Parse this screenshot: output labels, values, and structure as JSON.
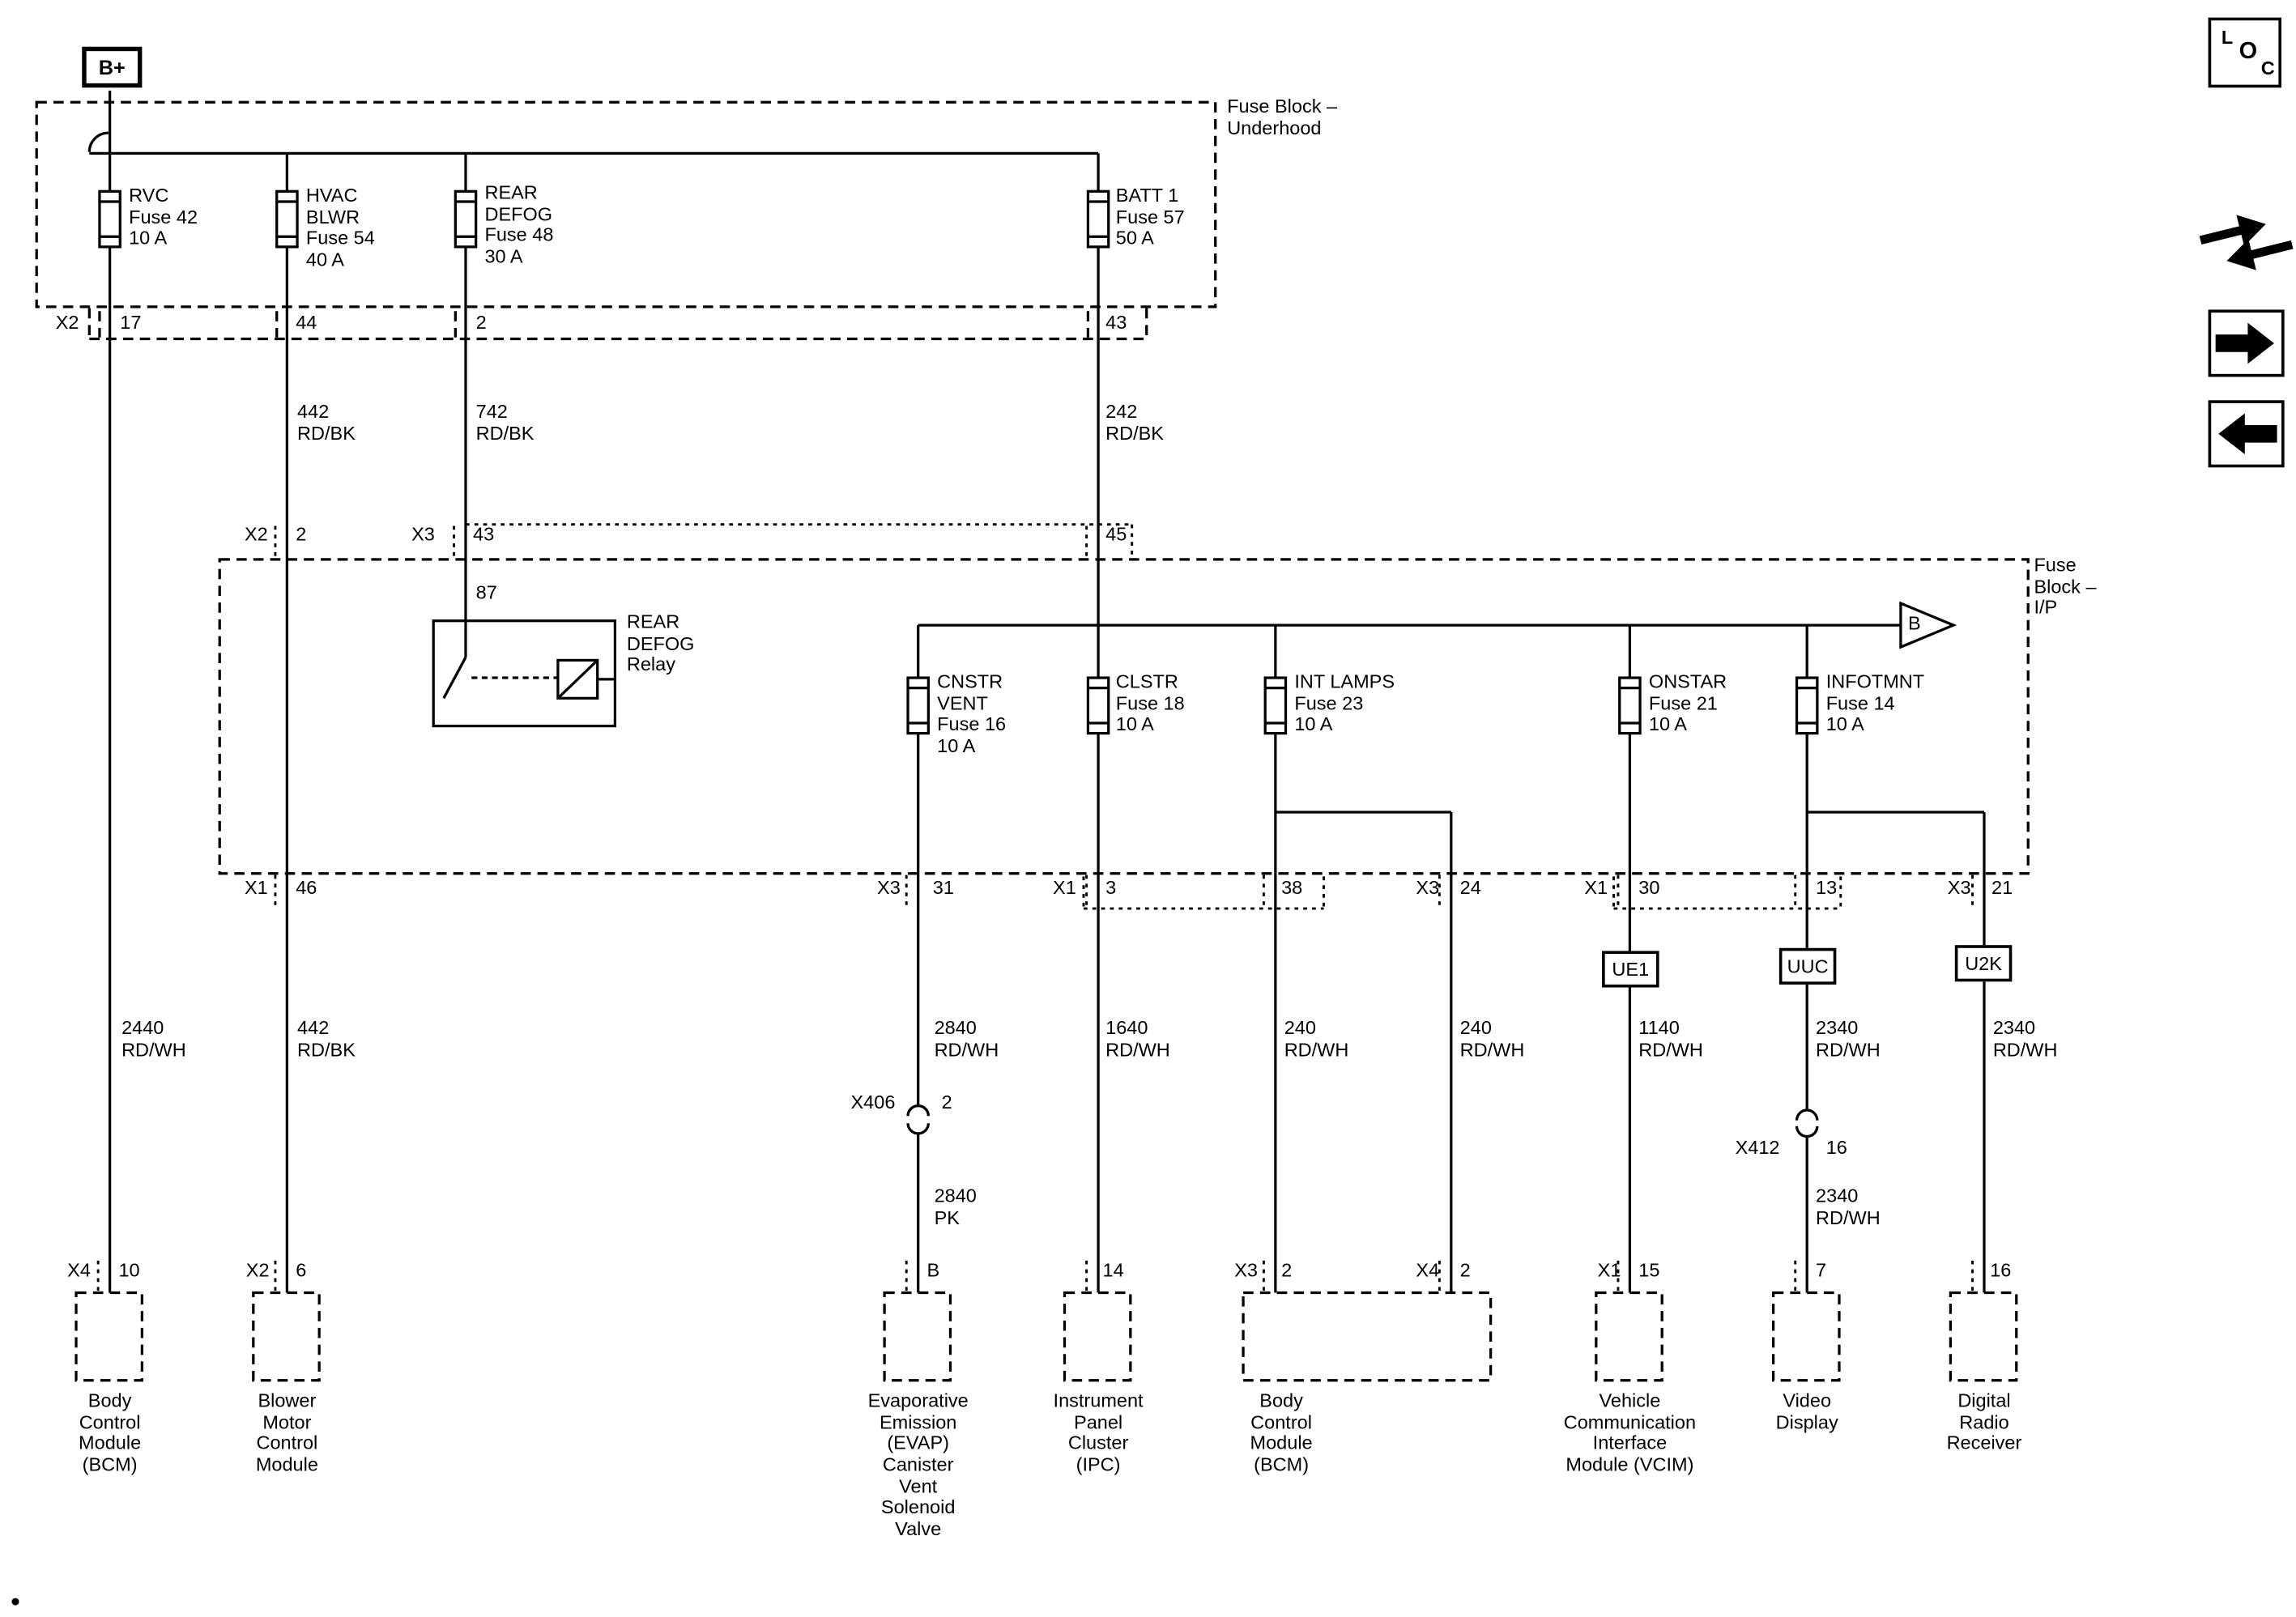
{
  "colors": {
    "ink": "#000000",
    "paper": "#ffffff"
  },
  "power": {
    "label": "B+"
  },
  "nav": {
    "loc": [
      "L",
      "O",
      "C"
    ]
  },
  "underhood": {
    "title": "Fuse Block –\nUnderhood",
    "fuses": [
      {
        "label": "RVC\nFuse 42\n10 A"
      },
      {
        "label": "HVAC\nBLWR\nFuse 54\n40 A"
      },
      {
        "label": "REAR\nDEFOG\nFuse 48\n30 A"
      },
      {
        "label": "BATT 1\nFuse 57\n50 A"
      }
    ],
    "pins": [
      {
        "conn": "X2",
        "pin": "17"
      },
      {
        "pin": "44"
      },
      {
        "pin": "2"
      },
      {
        "pin": "43"
      }
    ]
  },
  "ip": {
    "title": "Fuse\nBlock –\nI/P",
    "top_pins": [
      {
        "conn": "X2",
        "pin": "2"
      },
      {
        "conn": "X3",
        "pin": "43"
      },
      {
        "pin": "45"
      }
    ],
    "relay": {
      "pin": "87",
      "label": "REAR\nDEFOG\nRelay"
    },
    "bus_tag": "B",
    "fuses": [
      {
        "label": "CNSTR\nVENT\nFuse 16\n10 A"
      },
      {
        "label": "CLSTR\nFuse 18\n10 A"
      },
      {
        "label": "INT LAMPS\nFuse 23\n10 A"
      },
      {
        "label": "ONSTAR\nFuse 21\n10 A"
      },
      {
        "label": "INFOTMNT\nFuse 14\n10 A"
      }
    ],
    "bottom_pins": [
      {
        "conn": "X1",
        "pin": "46"
      },
      {
        "conn": "X3",
        "pin": "31"
      },
      {
        "conn": "X1",
        "pin": "3"
      },
      {
        "pin": "38"
      },
      {
        "conn": "X3",
        "pin": "24"
      },
      {
        "conn": "X1",
        "pin": "30"
      },
      {
        "pin": "13"
      },
      {
        "conn": "X3",
        "pin": "21"
      }
    ]
  },
  "wires": {
    "b_upper": "442\nRD/BK",
    "c_upper": "742\nRD/BK",
    "d_upper": "242\nRD/BK",
    "a_lower": "2440\nRD/WH",
    "b_lower": "442\nRD/BK",
    "e_lower": "2840\nRD/WH",
    "e_pk": "2840\nPK",
    "d_lower": "1640\nRD/WH",
    "f_lower": "240\nRD/WH",
    "g_lower": "240\nRD/WH",
    "h_lower": "1140\nRD/WH",
    "i_lower": "2340\nRD/WH",
    "i_lower2": "2340\nRD/WH",
    "j_lower": "2340\nRD/WH"
  },
  "inline_connectors": {
    "x406": {
      "name": "X406",
      "pin": "2"
    },
    "x412": {
      "name": "X412",
      "pin": "16"
    }
  },
  "option_codes": {
    "ue1": "UE1",
    "uuc": "UUC",
    "u2k": "U2K"
  },
  "modules": [
    {
      "conn": "X4",
      "pin": "10",
      "name": "Body\nControl\nModule\n(BCM)"
    },
    {
      "conn": "X2",
      "pin": "6",
      "name": "Blower\nMotor\nControl\nModule"
    },
    {
      "pin": "B",
      "name": "Evaporative\nEmission\n(EVAP)\nCanister\nVent\nSolenoid\nValve"
    },
    {
      "pin": "14",
      "name": "Instrument\nPanel\nCluster\n(IPC)"
    },
    {
      "conn": "X3",
      "pin": "2",
      "conn2": "X4",
      "pin2": "2",
      "name": "Body\nControl\nModule\n(BCM)"
    },
    {
      "conn": "X1",
      "pin": "15",
      "name": "Vehicle\nCommunication\nInterface\nModule (VCIM)"
    },
    {
      "pin": "7",
      "name": "Video\nDisplay"
    },
    {
      "pin": "16",
      "name": "Digital\nRadio\nReceiver"
    }
  ]
}
